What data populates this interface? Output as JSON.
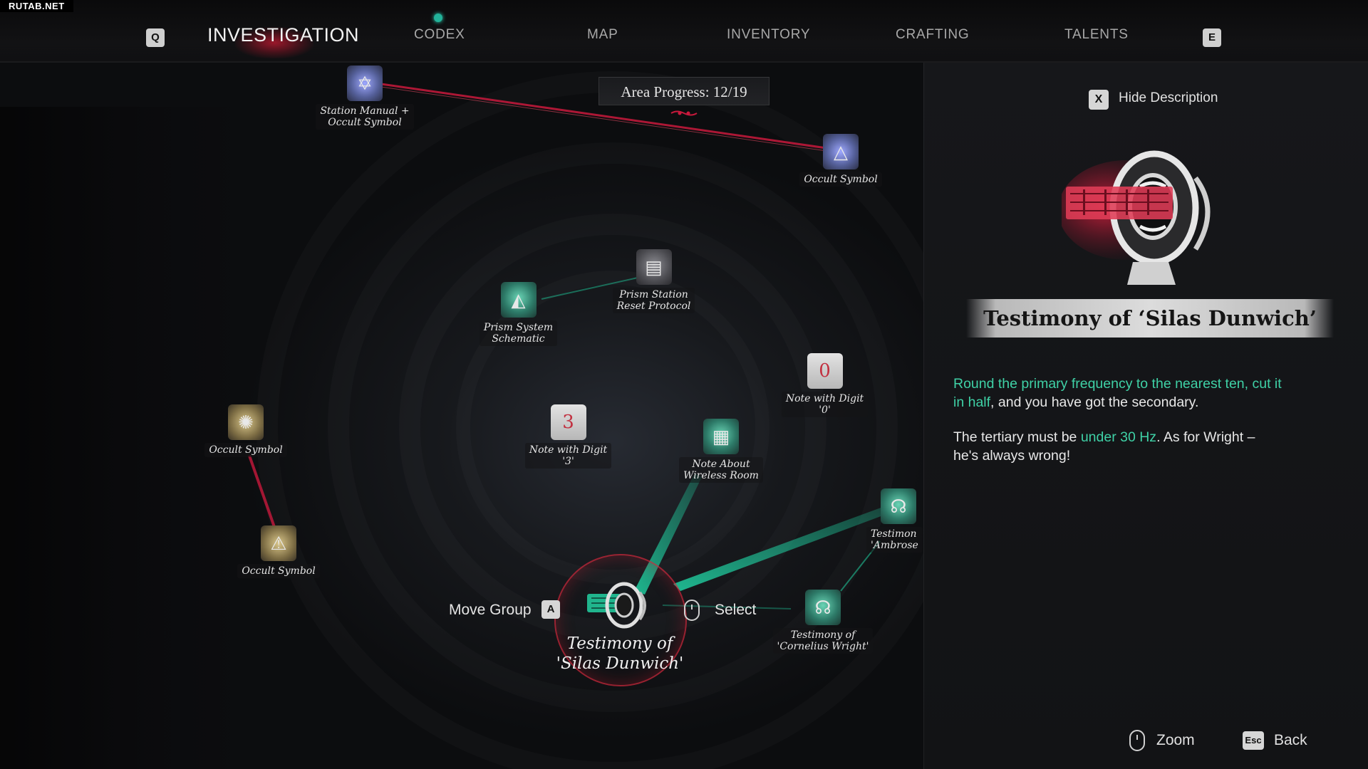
{
  "watermark": "RUTAB.NET",
  "nav": {
    "left_key": "Q",
    "right_key": "E",
    "tabs": {
      "investigation": "INVESTIGATION",
      "codex": "CODEX",
      "map": "MAP",
      "inventory": "INVENTORY",
      "crafting": "CRAFTING",
      "talents": "TALENTS"
    },
    "active_tab": "INVESTIGATION"
  },
  "area_progress": "Area Progress: 12/19",
  "nodes": {
    "station_manual": {
      "line1": "Station Manual +",
      "line2": "Occult Symbol",
      "icon": "occult-star-icon"
    },
    "occult_top": {
      "line1": "Occult Symbol",
      "icon": "triangle-sigil-icon"
    },
    "prism_schematic": {
      "line1": "Prism System",
      "line2": "Schematic",
      "icon": "prism-icon"
    },
    "prism_reset": {
      "line1": "Prism Station",
      "line2": "Reset Protocol",
      "icon": "document-icon"
    },
    "note_digit_0": {
      "line1": "Note with Digit",
      "line2": "'0'",
      "digit": "0",
      "icon": "note-icon"
    },
    "note_digit_3": {
      "line1": "Note with Digit",
      "line2": "'3'",
      "digit": "3",
      "icon": "note-icon"
    },
    "note_wireless": {
      "line1": "Note About",
      "line2": "Wireless Room",
      "icon": "radio-note-icon"
    },
    "occult_left_1": {
      "line1": "Occult Symbol",
      "icon": "occult-seal-icon"
    },
    "occult_left_2": {
      "line1": "Occult Symbol",
      "icon": "triangle-seal-icon"
    },
    "testimony_ambrose": {
      "line1": "Testimon",
      "line2": "'Ambrose",
      "icon": "testimony-icon"
    },
    "testimony_cornelius": {
      "line1": "Testimony of",
      "line2": "'Cornelius Wright'",
      "icon": "testimony-icon"
    },
    "selected": {
      "line1": "Testimony of",
      "line2": "'Silas Dunwich'",
      "icon": "screaming-head-icon"
    }
  },
  "hints": {
    "move_group": "Move Group",
    "move_key": "A",
    "select": "Select"
  },
  "panel": {
    "hide_key": "X",
    "hide_label": "Hide Description",
    "title": "Testimony of ‘Silas Dunwich’",
    "p1_hl": "Round the primary frequency to the nearest ten, cut it in half",
    "p1_rest": ", and you have got the secondary.",
    "p2_a": "The tertiary must be ",
    "p2_hl": "under 30 Hz",
    "p2_b": ". As for Wright –",
    "p2_c": "he's always wrong!"
  },
  "footer": {
    "zoom": "Zoom",
    "back_key": "Esc",
    "back": "Back"
  },
  "colors": {
    "accent_red": "#c8193c",
    "accent_green": "#3fd1a6",
    "panel_bg": "#141518"
  }
}
